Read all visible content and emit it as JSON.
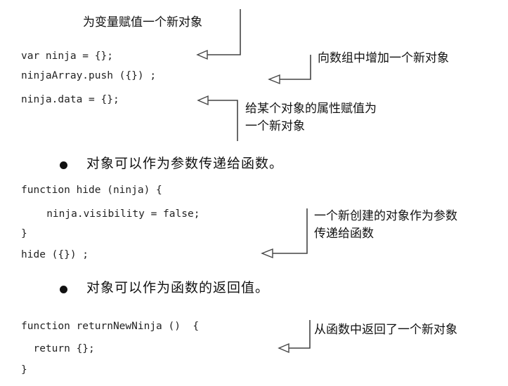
{
  "section1": {
    "code_lines": [
      "var ninja = {};",
      "ninjaArray.push ({}) ;",
      "ninja.data = {};"
    ],
    "notes": {
      "assign_variable": "为变量赋值一个新对象",
      "array_push": "向数组中增加一个新对象",
      "assign_property": "给某个对象的属性赋值为\n一个新对象"
    }
  },
  "section2": {
    "bullet": "对象可以作为参数传递给函数。",
    "code_lines": [
      "function hide (ninja) {",
      "   ninja.visibility = false;",
      "}",
      "hide ({}) ;"
    ],
    "note": "一个新创建的对象作为参数\n传递给函数"
  },
  "section3": {
    "bullet": "对象可以作为函数的返回值。",
    "code_lines": [
      "function returnNewNinja ()  {",
      "  return {};",
      "}"
    ],
    "note": "从函数中返回了一个新对象"
  }
}
